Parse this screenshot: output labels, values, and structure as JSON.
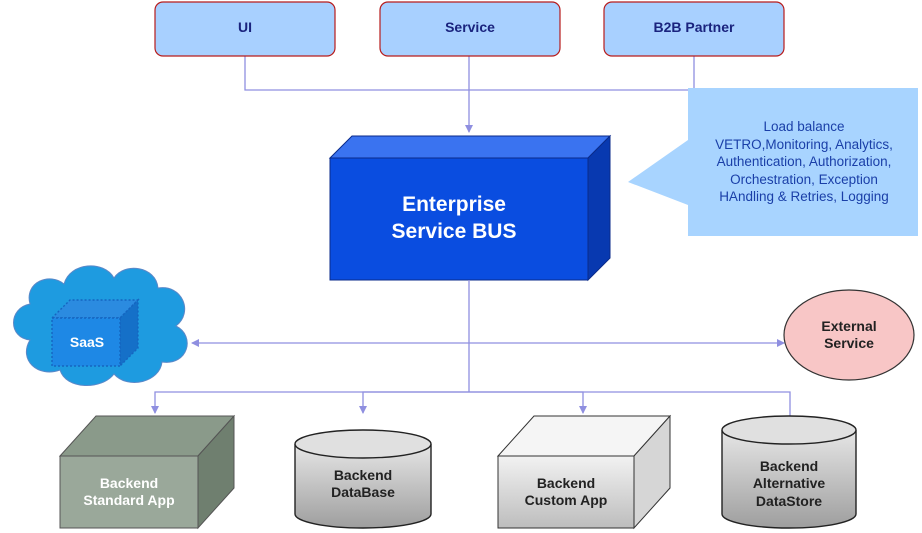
{
  "top_boxes": {
    "ui": "UI",
    "service": "Service",
    "b2b": "B2B Partner"
  },
  "esb": {
    "label": "Enterprise\nService BUS"
  },
  "callout": {
    "text": "Load balance\nVETRO,Monitoring, Analytics,\nAuthentication, Authorization,\nOrchestration, Exception\nHAndling & Retries, Logging"
  },
  "saas": {
    "label": "SaaS"
  },
  "external": {
    "label": "External\nService"
  },
  "backends": {
    "standard_app": "Backend\nStandard App",
    "database": "Backend\nDataBase",
    "custom_app": "Backend\nCustom App",
    "alt_datastore": "Backend\nAlternative\nDataStore"
  },
  "colors": {
    "top_box_fill": "#a8d0ff",
    "top_box_stroke": "#b71c1c",
    "esb_fill": "#0a4de0",
    "callout_fill": "#a8d4ff",
    "cloud_fill": "#1e9be0",
    "external_fill": "#f8c6c6",
    "connector": "#8f8fe0",
    "backend_gray": "#c8c8c8"
  }
}
